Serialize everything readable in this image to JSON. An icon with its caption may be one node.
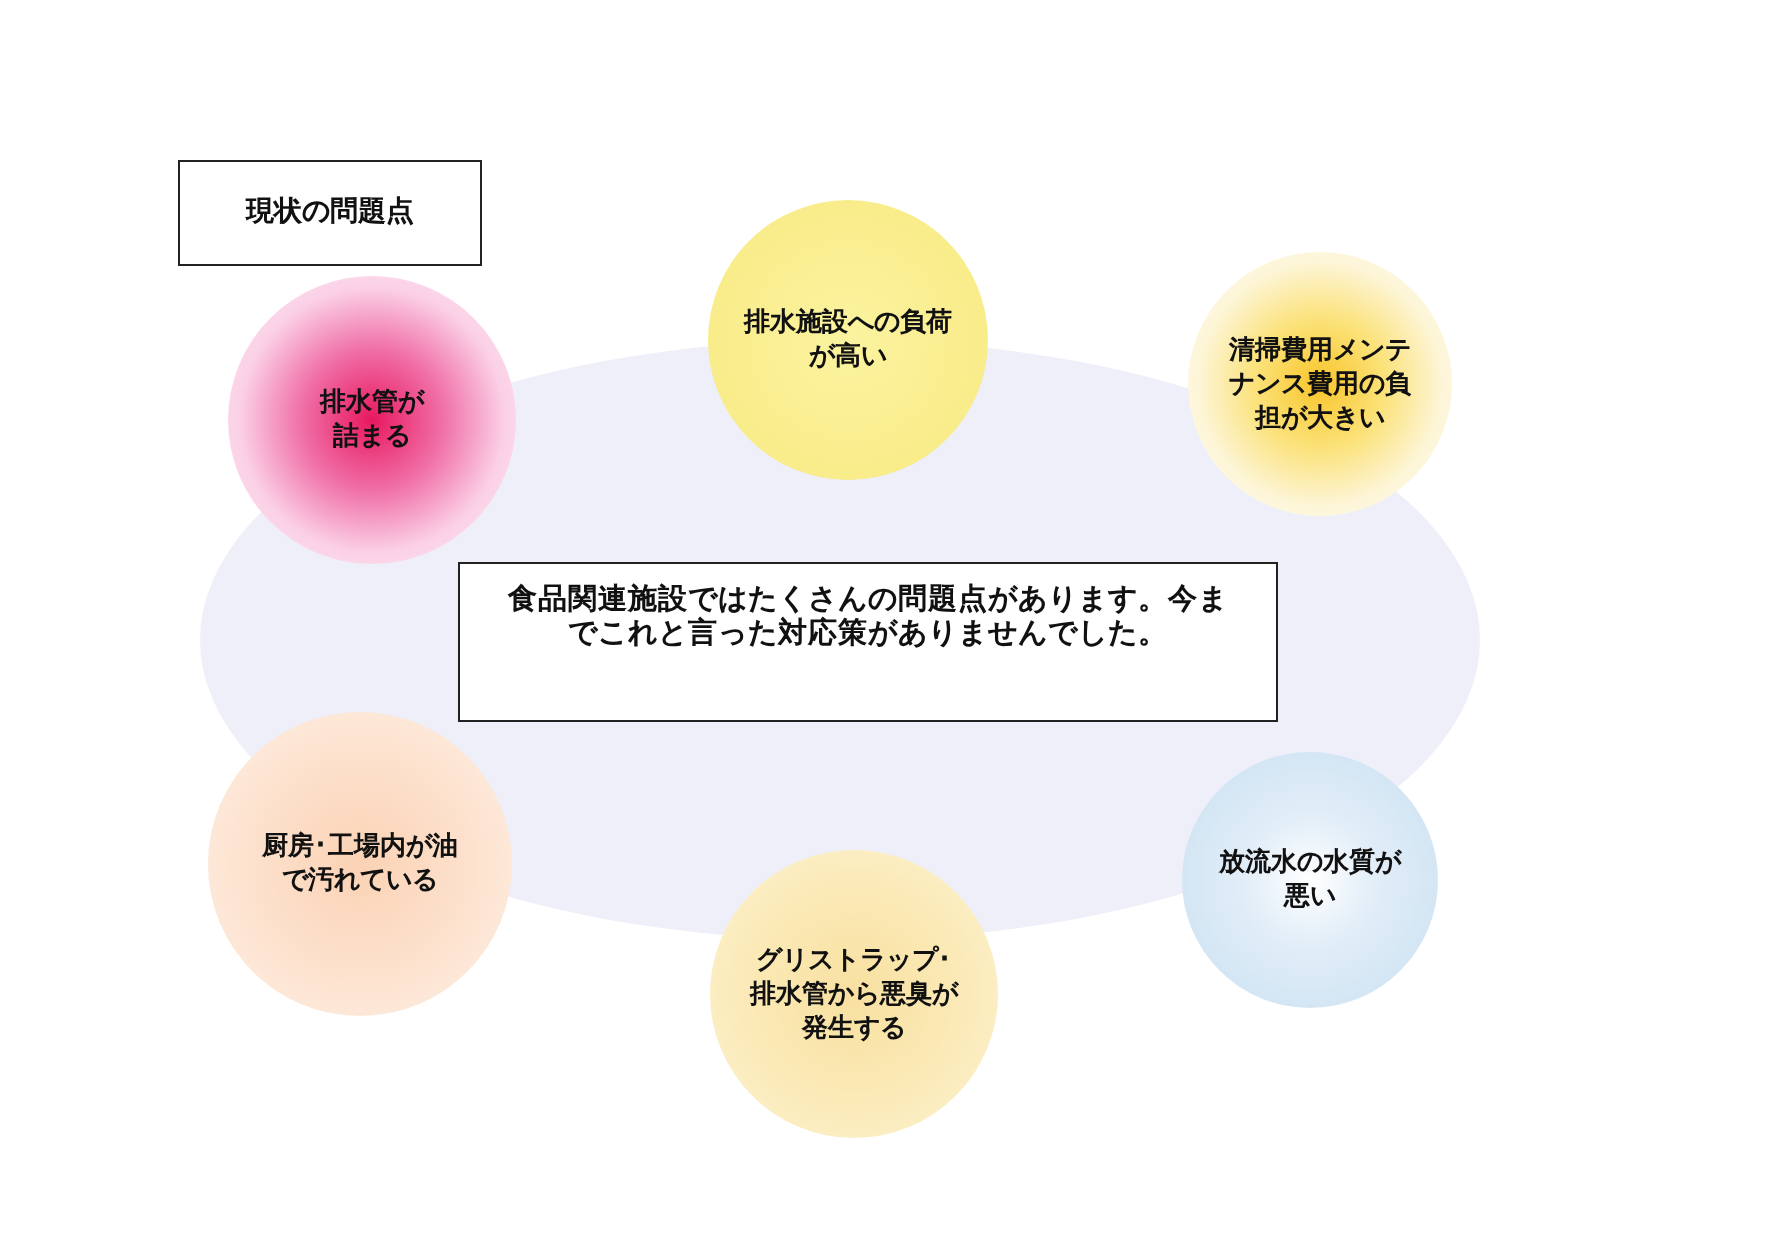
{
  "diagram": {
    "title": "現状の問題点",
    "nodes": [
      {
        "text": [
          "排水管が詰まる"
        ]
      },
      {
        "text": [
          "排水施設への負荷が高い"
        ]
      },
      {
        "text": [
          "清掃費用メンテナンス費用の負担が大きい"
        ]
      },
      {
        "text": [
          "食品関連施設ではたくさんの問題点があります。今までこれと言った対応策がありませんでした。"
        ]
      },
      {
        "text": [
          "厨房･工場内が油で汚れている"
        ]
      },
      {
        "text": [
          "グリストラップ･排水管から悪臭が発生する"
        ]
      },
      {
        "text": [
          "放流水の水質が悪い"
        ]
      }
    ],
    "edges": []
  }
}
